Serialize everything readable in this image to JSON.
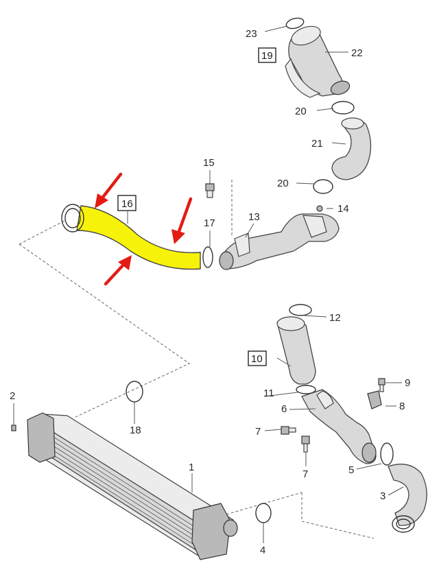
{
  "colors": {
    "highlight": "#f7f20a",
    "arrow": "#e41b13",
    "line": "#444444"
  },
  "callouts": {
    "c1": "1",
    "c2": "2",
    "c3": "3",
    "c4": "4",
    "c5": "5",
    "c6": "6",
    "c7a": "7",
    "c7b": "7",
    "c8": "8",
    "c9": "9",
    "c10": "10",
    "c11": "11",
    "c12": "12",
    "c13": "13",
    "c14": "14",
    "c15": "15",
    "c16": "16",
    "c17": "17",
    "c18": "18",
    "c19": "19",
    "c20a": "20",
    "c20b": "20",
    "c21": "21",
    "c22": "22",
    "c23": "23"
  },
  "highlighted_part": "16"
}
